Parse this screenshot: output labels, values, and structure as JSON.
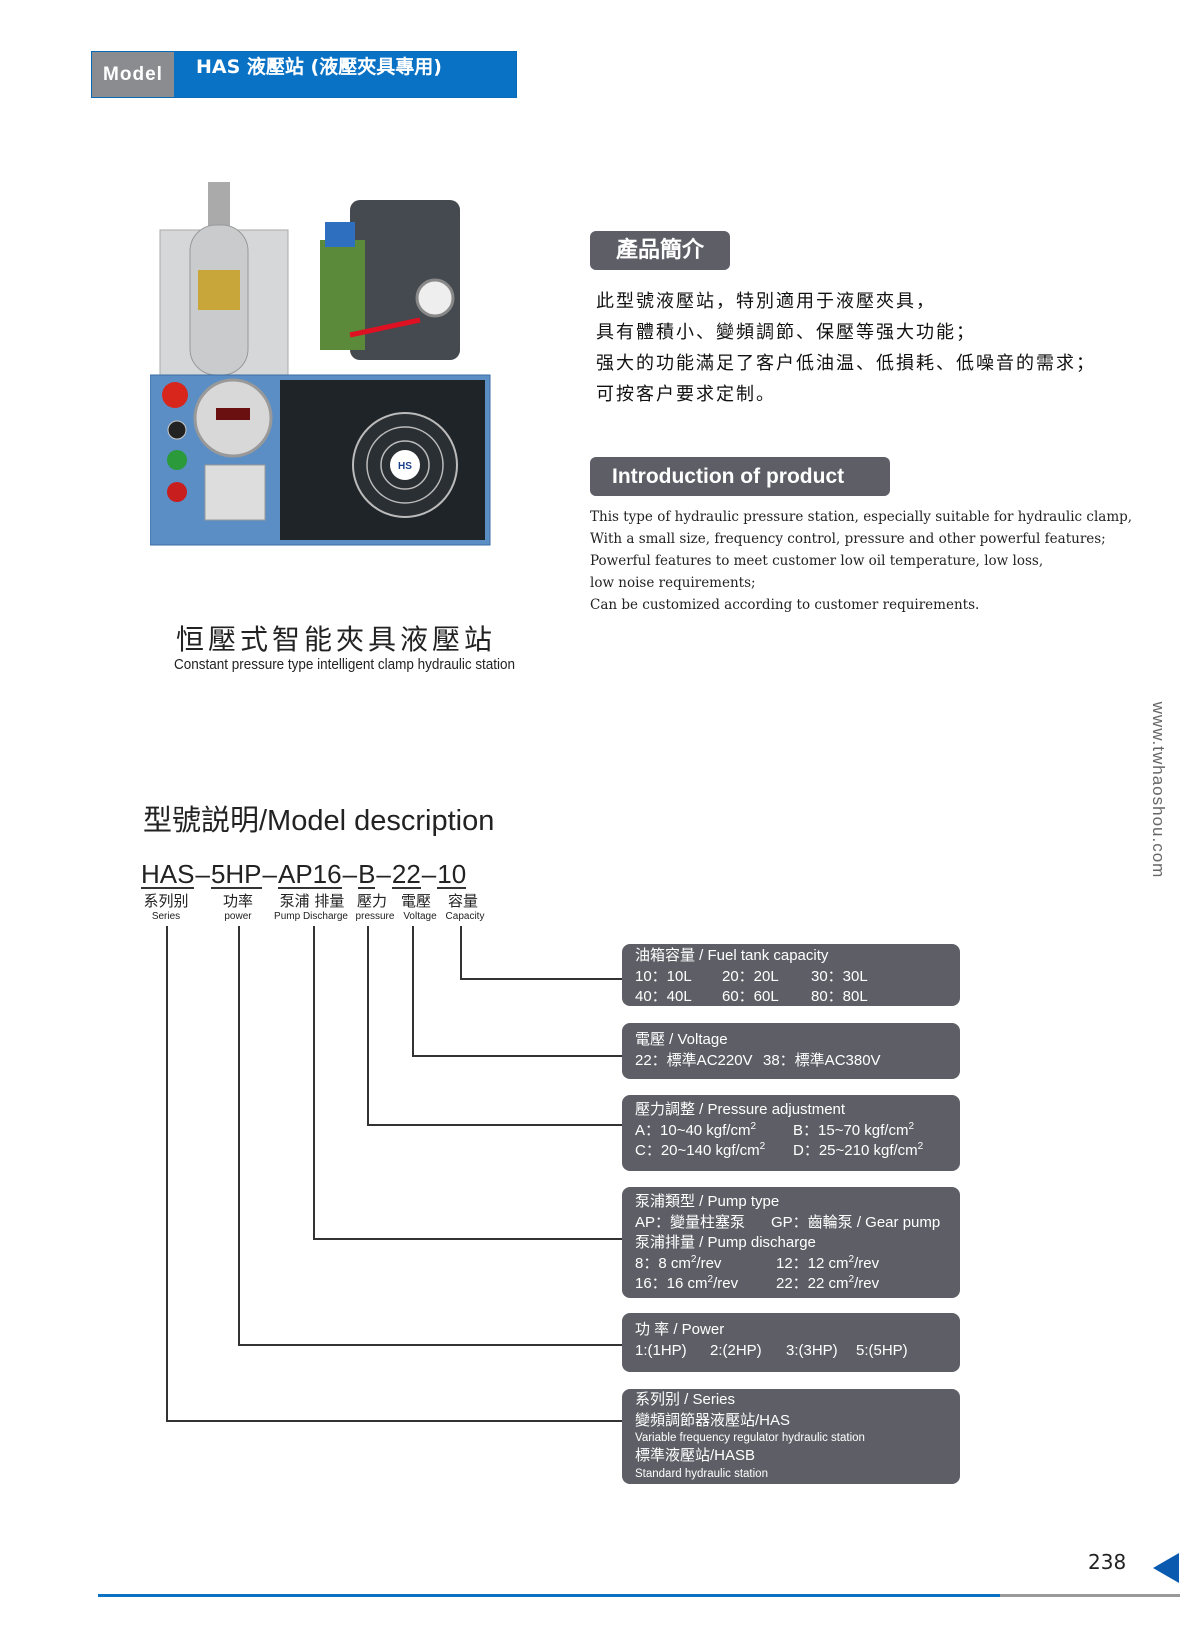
{
  "header": {
    "model_label": "Model",
    "title": "HAS 液壓站 (液壓夾具專用)"
  },
  "product": {
    "caption_cn": "恒壓式智能夾具液壓站",
    "caption_en": "Constant pressure type intelligent clamp hydraulic station",
    "photo_badge": "HS"
  },
  "intro_cn": {
    "heading": "產品簡介",
    "lines": [
      "此型號液壓站，特別適用于液壓夾具，",
      "具有體積小、變頻調節、保壓等强大功能；",
      "强大的功能滿足了客户低油温、低損耗、低噪音的需求；",
      "可按客户要求定制。"
    ]
  },
  "intro_en": {
    "heading": "Introduction of product",
    "lines": [
      "This type of hydraulic pressure station, especially suitable for hydraulic clamp,",
      "With a small size, frequency control, pressure and other powerful features;",
      "Powerful features to meet customer low oil temperature, low loss,",
      "low noise requirements;",
      "Can be customized according to customer requirements."
    ]
  },
  "website": "www.twhaoshou.com",
  "model_desc": {
    "title": "型號説明/Model description",
    "code": [
      "HAS",
      "5HP",
      "AP16",
      "B",
      "22",
      "10"
    ],
    "dash": "–",
    "labels": [
      {
        "cn": "系列别",
        "en": "Series"
      },
      {
        "cn": "功率",
        "en": "power"
      },
      {
        "cn": "泵浦 排量",
        "en": "Pump Discharge"
      },
      {
        "cn": "壓力",
        "en": "pressure"
      },
      {
        "cn": "電壓",
        "en": "Voltage"
      },
      {
        "cn": "容量",
        "en": "Capacity"
      }
    ]
  },
  "boxes": {
    "capacity": {
      "title": "油箱容量 / Fuel tank capacity",
      "r1": [
        "10：10L",
        "20：20L",
        "30：30L"
      ],
      "r2": [
        "40：40L",
        "60：60L",
        "80：80L"
      ]
    },
    "voltage": {
      "title": "電壓 / Voltage",
      "r1": [
        "22：標準AC220V",
        "38：標準AC380V"
      ]
    },
    "pressure": {
      "title": "壓力調整 / Pressure adjustment",
      "a": "A：10~40 kgf/cm",
      "b": "B：15~70 kgf/cm",
      "c": "C：20~140 kgf/cm",
      "d": "D：25~210 kgf/cm",
      "sup": "2"
    },
    "pump": {
      "title": "泵浦類型 / Pump type",
      "types": [
        "AP：變量柱塞泵",
        "GP：齒輪泵 / Gear pump"
      ],
      "discharge_title": "泵浦排量 / Pump discharge",
      "d8": "8：8 cm",
      "d12": "12：12 cm",
      "d16": "16：16 cm",
      "d22": "22：22 cm",
      "unit": "/rev",
      "sup": "2"
    },
    "power": {
      "title": "功 率 / Power",
      "options": [
        "1:(1HP)",
        "2:(2HP)",
        "3:(3HP)",
        "5:(5HP)"
      ]
    },
    "series": {
      "title": "系列别 / Series",
      "has_cn": "變頻調節器液壓站/HAS",
      "has_en": "Variable frequency regulator hydraulic station",
      "hasb_cn": "標準液壓站/HASB",
      "hasb_en": "Standard hydraulic station"
    }
  },
  "footer": {
    "page_number": "238"
  },
  "colors": {
    "header_blue": "#0a72c4",
    "model_gray": "#8a8c8f",
    "box_gray": "#5e5f66",
    "machine_blue": "#5b8ec4"
  }
}
